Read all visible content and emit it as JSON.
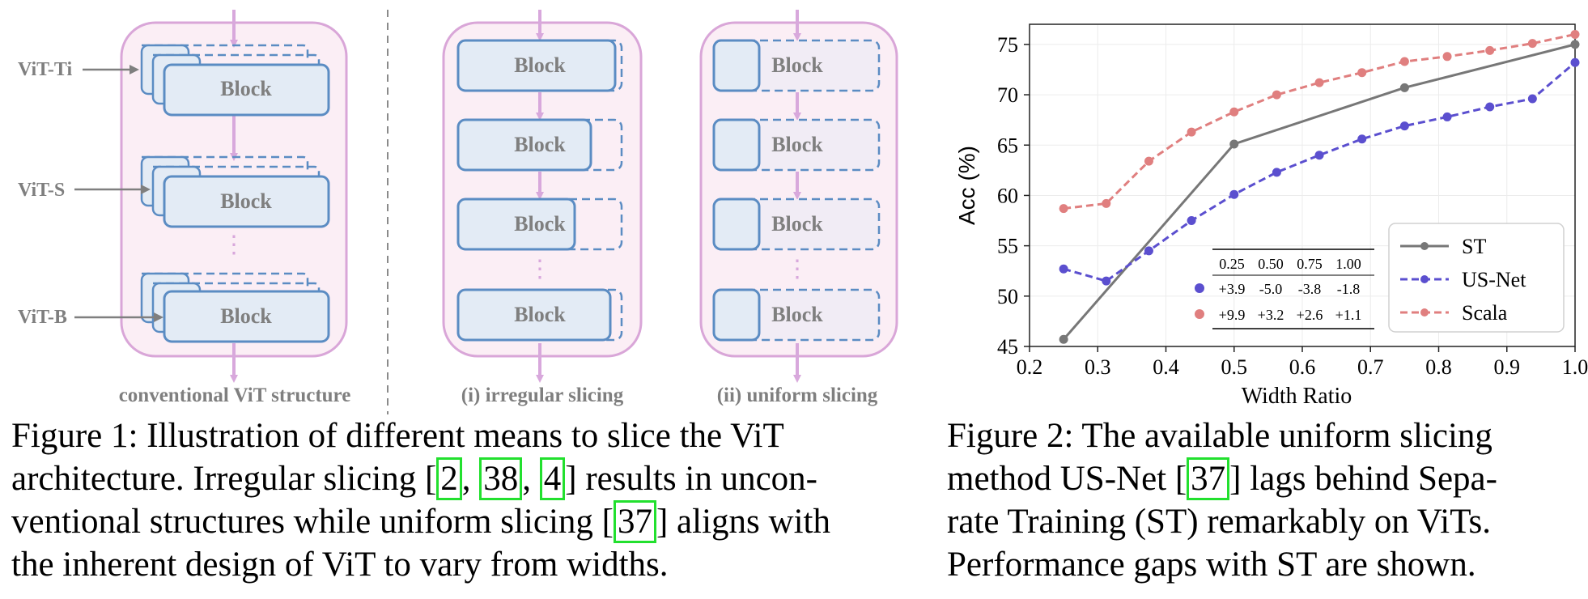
{
  "figure1": {
    "labels": {
      "vit_ti": "ViT-Ti",
      "vit_s": "ViT-S",
      "vit_b": "ViT-B"
    },
    "block_label": "Block",
    "ellipsis": "⋮",
    "panel_titles": {
      "conventional": "conventional ViT structure",
      "irregular": "(i) irregular slicing",
      "uniform": "(ii) uniform slicing"
    },
    "colors": {
      "panel_fill": "#fbeef5",
      "panel_stroke": "#d9a6d8",
      "block_fill": "#e3ebf5",
      "block_stroke": "#5b8cc3",
      "arrow": "#d8a8dc",
      "label": "#7f7f7f"
    }
  },
  "figure2": {
    "chart_data": {
      "type": "line",
      "xlabel": "Width Ratio",
      "ylabel": "Acc (%)",
      "xlim": [
        0.2,
        1.0
      ],
      "ylim": [
        45,
        77
      ],
      "xticks": [
        "0.2",
        "0.3",
        "0.4",
        "0.5",
        "0.6",
        "0.7",
        "0.8",
        "0.9",
        "1.0"
      ],
      "yticks": [
        "45",
        "50",
        "55",
        "60",
        "65",
        "70",
        "75"
      ],
      "grid": true,
      "legend_position": "bottom-right",
      "series": [
        {
          "name": "ST",
          "color": "#777777",
          "dashed": false,
          "x": [
            0.25,
            0.5,
            0.75,
            1.0
          ],
          "y": [
            45.7,
            65.1,
            70.7,
            75.0
          ]
        },
        {
          "name": "US-Net",
          "color": "#5b4fcf",
          "dashed": true,
          "x": [
            0.25,
            0.3125,
            0.375,
            0.4375,
            0.5,
            0.5625,
            0.625,
            0.6875,
            0.75,
            0.8125,
            0.875,
            0.9375,
            1.0
          ],
          "y": [
            52.7,
            51.5,
            54.5,
            57.5,
            60.1,
            62.3,
            64.0,
            65.6,
            66.9,
            67.8,
            68.8,
            69.6,
            73.2
          ]
        },
        {
          "name": "Scala",
          "color": "#e07f7f",
          "dashed": true,
          "x": [
            0.25,
            0.3125,
            0.375,
            0.4375,
            0.5,
            0.5625,
            0.625,
            0.6875,
            0.75,
            0.8125,
            0.875,
            0.9375,
            1.0
          ],
          "y": [
            58.7,
            59.2,
            63.4,
            66.3,
            68.3,
            70.0,
            71.2,
            72.2,
            73.3,
            73.8,
            74.4,
            75.1,
            76.0
          ]
        }
      ],
      "inset_table": {
        "header": [
          "0.25",
          "0.50",
          "0.75",
          "1.00"
        ],
        "rows": [
          {
            "marker_color": "#5b4fcf",
            "values": [
              "+3.9",
              "-5.0",
              "-3.8",
              "-1.8"
            ]
          },
          {
            "marker_color": "#e07f7f",
            "values": [
              "+9.9",
              "+3.2",
              "+2.6",
              "+1.1"
            ]
          }
        ]
      }
    }
  },
  "captions": {
    "fig1": {
      "l1": "Figure 1: Illustration of different means to slice the ViT",
      "l2_a": "architecture. Irregular slicing [",
      "l2_c1": "2",
      "l2_s1": ", ",
      "l2_c2": "38",
      "l2_s2": ", ",
      "l2_c3": "4",
      "l2_b": "] results in uncon-",
      "l3_a": "ventional structures while uniform slicing [",
      "l3_c": "37",
      "l3_b": "] aligns with",
      "l4": "the inherent design of ViT to vary from widths."
    },
    "fig2": {
      "l1": "Figure 2: The available uniform slicing",
      "l2_a": "method US-Net [",
      "l2_c": "37",
      "l2_b": "] lags behind Sepa-",
      "l3": "rate Training (ST) remarkably on ViTs.",
      "l4": "Performance gaps with ST are shown."
    }
  }
}
